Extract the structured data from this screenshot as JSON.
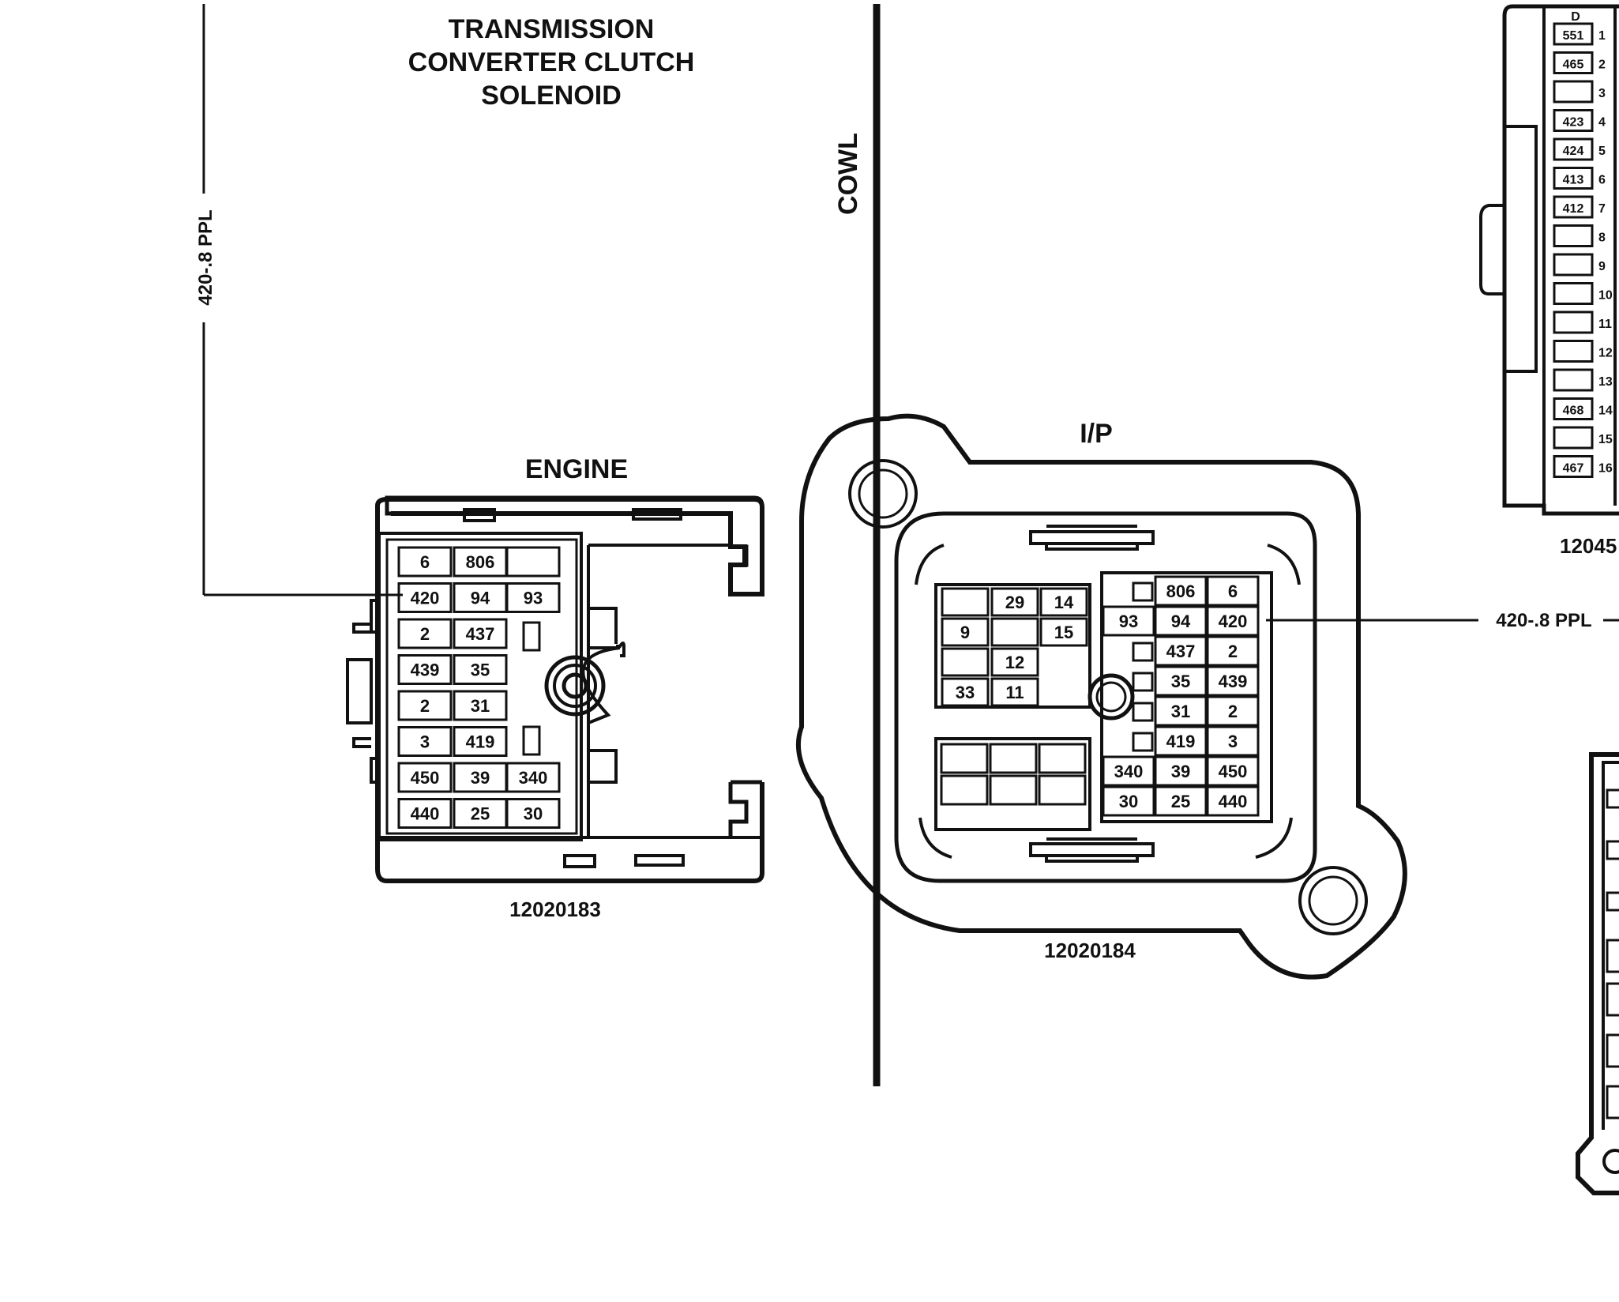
{
  "labels": {
    "title": [
      "TRANSMISSION",
      "CONVERTER CLUTCH",
      "SOLENOID"
    ],
    "cowl": "COWL",
    "engine": "ENGINE",
    "ip": "I/P",
    "engine_part": "12020183",
    "ip_part": "12020184",
    "right_part": "12045",
    "wire_left": "420-.8 PPL",
    "wire_right": "420-.8 PPL"
  },
  "engine_cavities": [
    [
      "6",
      "806",
      ""
    ],
    [
      "420",
      "94",
      "93"
    ],
    [
      "2",
      "437"
    ],
    [
      "439",
      "35"
    ],
    [
      "2",
      "31"
    ],
    [
      "3",
      "419"
    ],
    [
      "450",
      "39",
      "340"
    ],
    [
      "440",
      "25",
      "30"
    ]
  ],
  "ip_cavities_right": [
    [
      "",
      "806",
      "6"
    ],
    [
      "93",
      "94",
      "420"
    ],
    [
      "",
      "437",
      "2"
    ],
    [
      "",
      "35",
      "439"
    ],
    [
      "",
      "31",
      "2"
    ],
    [
      "",
      "419",
      "3"
    ],
    [
      "340",
      "39",
      "450"
    ],
    [
      "30",
      "25",
      "440"
    ]
  ],
  "ip_cavities_left": [
    [
      "",
      "29",
      "14"
    ],
    [
      "9",
      "",
      "15"
    ],
    [
      "",
      "12",
      ""
    ],
    [
      "33",
      "11",
      ""
    ]
  ],
  "right_connector": {
    "header": "D",
    "pins": [
      {
        "num": "1",
        "wire": "551"
      },
      {
        "num": "2",
        "wire": "465"
      },
      {
        "num": "3",
        "wire": ""
      },
      {
        "num": "4",
        "wire": "423"
      },
      {
        "num": "5",
        "wire": "424"
      },
      {
        "num": "6",
        "wire": "413"
      },
      {
        "num": "7",
        "wire": "412"
      },
      {
        "num": "8",
        "wire": ""
      },
      {
        "num": "9",
        "wire": ""
      },
      {
        "num": "10",
        "wire": ""
      },
      {
        "num": "11",
        "wire": ""
      },
      {
        "num": "12",
        "wire": ""
      },
      {
        "num": "13",
        "wire": ""
      },
      {
        "num": "14",
        "wire": "468"
      },
      {
        "num": "15",
        "wire": ""
      },
      {
        "num": "16",
        "wire": "467"
      }
    ]
  }
}
